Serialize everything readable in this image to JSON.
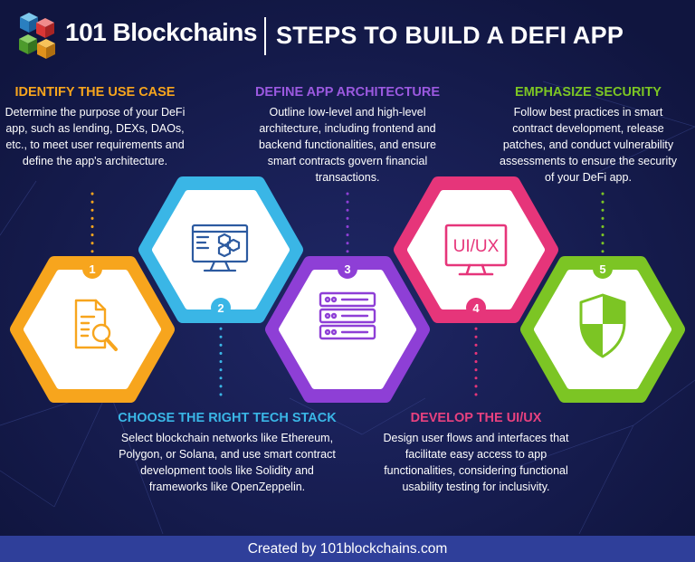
{
  "brand": {
    "name": "101 Blockchains"
  },
  "title": "STEPS TO BUILD A DEFI APP",
  "steps": [
    {
      "number": "1",
      "heading": "IDENTIFY THE USE CASE",
      "description": "Determine the purpose of your DeFi app, such as lending, DEXs, DAOs, etc., to meet user requirements and define the app's architecture.",
      "color": "#f7a51d",
      "heading_color": "#f7a51d",
      "icon": "document-search-icon"
    },
    {
      "number": "2",
      "heading": "CHOOSE THE RIGHT TECH STACK",
      "description": "Select blockchain networks like Ethereum, Polygon, or Solana, and use smart contract development tools like Solidity and frameworks like OpenZeppelin.",
      "color": "#3ab6e6",
      "heading_color": "#3ab6e6",
      "icon": "monitor-code-icon"
    },
    {
      "number": "3",
      "heading": "DEFINE APP ARCHITECTURE",
      "description": "Outline low-level and high-level architecture, including frontend and backend functionalities, and ensure smart contracts govern financial transactions.",
      "color": "#8e3fd6",
      "heading_color": "#9b59e0",
      "icon": "server-icon"
    },
    {
      "number": "4",
      "heading": "DEVELOP THE UI/UX",
      "description": "Design user flows and interfaces that facilitate easy access to app functionalities, considering functional usability testing for inclusivity.",
      "color": "#e6357a",
      "heading_color": "#e8417f",
      "icon": "ui-ux-monitor-icon",
      "icon_text": "UI/UX"
    },
    {
      "number": "5",
      "heading": "EMPHASIZE SECURITY",
      "description": "Follow best practices in smart contract development, release patches, and conduct vulnerability assessments to ensure the security of your DeFi app.",
      "color": "#7cc524",
      "heading_color": "#7cc524",
      "icon": "shield-icon"
    }
  ],
  "footer": "Created by 101blockchains.com"
}
